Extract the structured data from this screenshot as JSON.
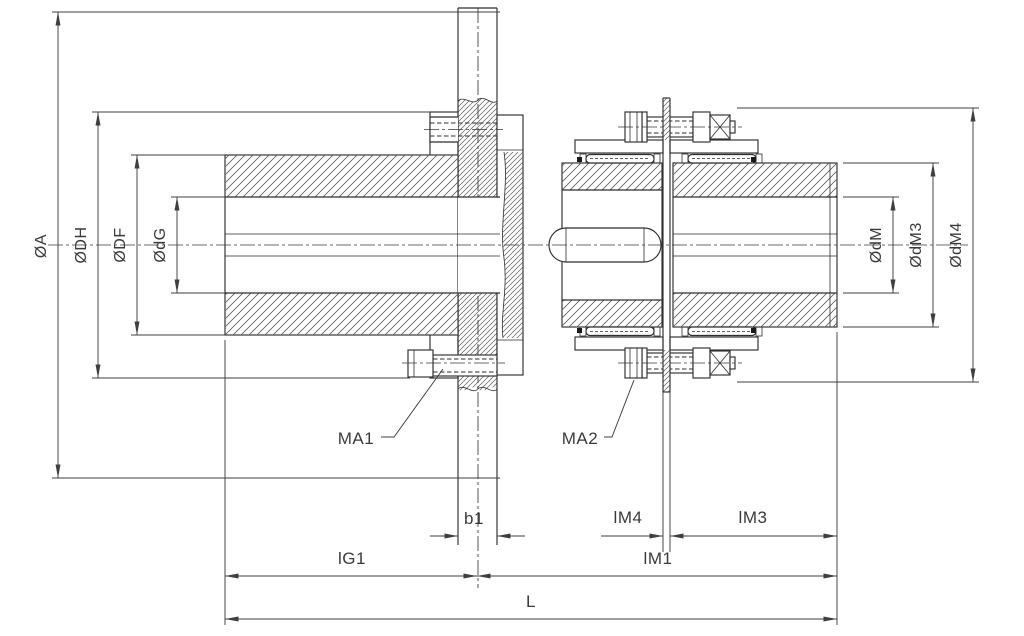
{
  "drawing": {
    "description": "Technical cross-section drawing of a disc-pack shaft coupling mounted to a flange wall, with dimension callouts",
    "background": "#ffffff",
    "line_color": "#2e2e2e",
    "dimension_color": "#3f3f3f",
    "labels": {
      "dia_a": "ØA",
      "dia_dh": "ØDH",
      "dia_df": "ØDF",
      "dia_dg": "ØdG",
      "dia_dm": "ØdM",
      "dia_dm3": "ØdM3",
      "dia_dm4": "ØdM4",
      "b1": "b1",
      "lm4": "lM4",
      "lm3": "lM3",
      "lg1": "lG1",
      "lm1": "lM1",
      "l": "L",
      "ma1": "MA1",
      "ma2": "MA2"
    }
  }
}
